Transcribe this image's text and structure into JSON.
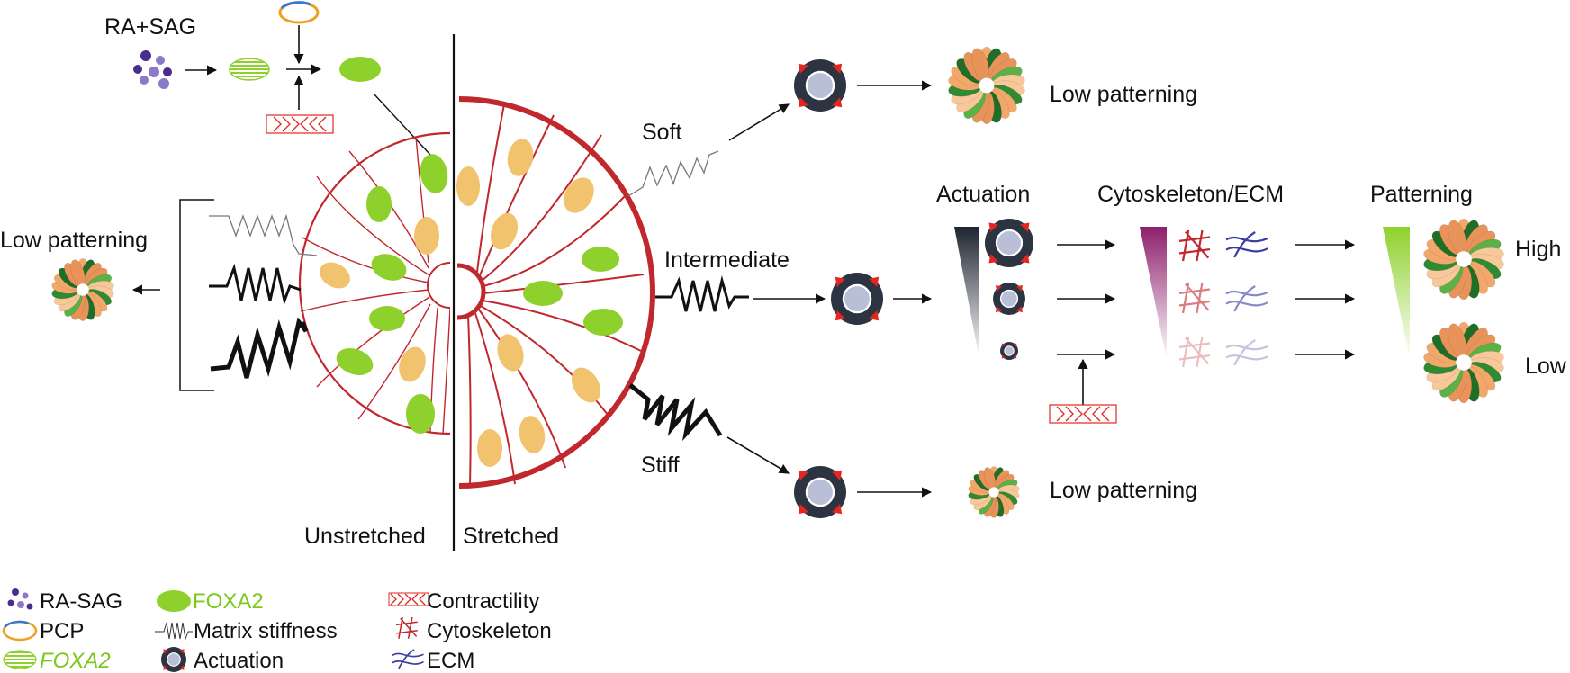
{
  "diagram": {
    "top_input": "RA+SAG",
    "divider_left": "Unstretched",
    "divider_right": "Stretched",
    "left_outcome": "Low patterning",
    "stiffness": {
      "soft": "Soft",
      "intermediate": "Intermediate",
      "stiff": "Stiff"
    },
    "outcomes": {
      "soft": "Low patterning",
      "stiff": "Low patterning"
    },
    "columns": {
      "actuation": "Actuation",
      "cytoskeleton_ecm": "Cytoskeleton/ECM",
      "patterning": "Patterning"
    },
    "levels": {
      "high": "High",
      "low": "Low"
    },
    "colors": {
      "cell_green": "#8fd12c",
      "cell_orange": "#f2c36e",
      "tissue_red": "#c0282e",
      "actuator_dark": "#2c3442",
      "actuator_core": "#b8bfd6",
      "arrow_red": "#e3261f",
      "ecm_blue": "#3a3ea2",
      "gradient_purple": "#8e1f6b",
      "gradient_green": "#8fd12c"
    }
  },
  "legend": {
    "items": [
      {
        "icon": "ra-sag-dots-icon",
        "label": "RA-SAG"
      },
      {
        "icon": "pcp-ring-icon",
        "label": "PCP"
      },
      {
        "icon": "foxa2-striped-icon",
        "label": "FOXA2"
      },
      {
        "icon": "foxa2-green-cell-icon",
        "label": "FOXA2"
      },
      {
        "icon": "matrix-stiffness-spring-icon",
        "label": "Matrix stiffness"
      },
      {
        "icon": "actuation-icon",
        "label": "Actuation"
      },
      {
        "icon": "contractility-icon",
        "label": "Contractility"
      },
      {
        "icon": "cytoskeleton-icon",
        "label": "Cytoskeleton"
      },
      {
        "icon": "ecm-icon",
        "label": "ECM"
      }
    ]
  }
}
